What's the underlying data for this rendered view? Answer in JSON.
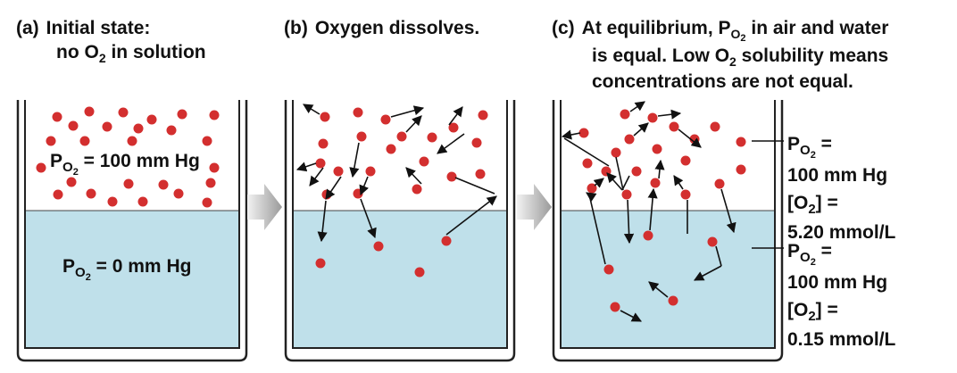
{
  "panels": [
    {
      "tag": "(a)",
      "heading_line1": "Initial state:",
      "heading_line2_pre": "no O",
      "heading_line2_sub": "2",
      "heading_line2_post": " in solution",
      "air_label": {
        "pre": "P",
        "sub": "O",
        "subsub": "2",
        "post": " = 100 mm Hg"
      },
      "water_label": {
        "pre": "P",
        "sub": "O",
        "subsub": "2",
        "post": " = 0 mm Hg"
      }
    },
    {
      "tag": "(b)",
      "heading_line1": "Oxygen dissolves."
    },
    {
      "tag": "(c)",
      "heading_line1_pre": "At equilibrium, P",
      "heading_line1_sub": "O",
      "heading_line1_subsub": "2",
      "heading_line1_post": " in air and water",
      "heading_line2_pre": "is equal. Low O",
      "heading_line2_sub": "2",
      "heading_line2_post": " solubility means",
      "heading_line3": "concentrations are not equal.",
      "air_label": {
        "p_pre": "P",
        "p_sub": "O",
        "p_subsub": "2",
        "p_post": " =",
        "p_value": "100 mm Hg",
        "c_pre": "[O",
        "c_sub": "2",
        "c_post": "] =",
        "c_value": "5.20 mmol/L"
      },
      "water_label": {
        "p_pre": "P",
        "p_sub": "O",
        "p_subsub": "2",
        "p_post": " =",
        "p_value": "100 mm Hg",
        "c_pre": "[O",
        "c_sub": "2",
        "c_post": "] =",
        "c_value": "0.15 mmol/L"
      }
    }
  ],
  "colors": {
    "water": "#bfe0ea",
    "molecule": "#d32f2f",
    "arrow": "#aaaaaa",
    "container": "#222222"
  }
}
